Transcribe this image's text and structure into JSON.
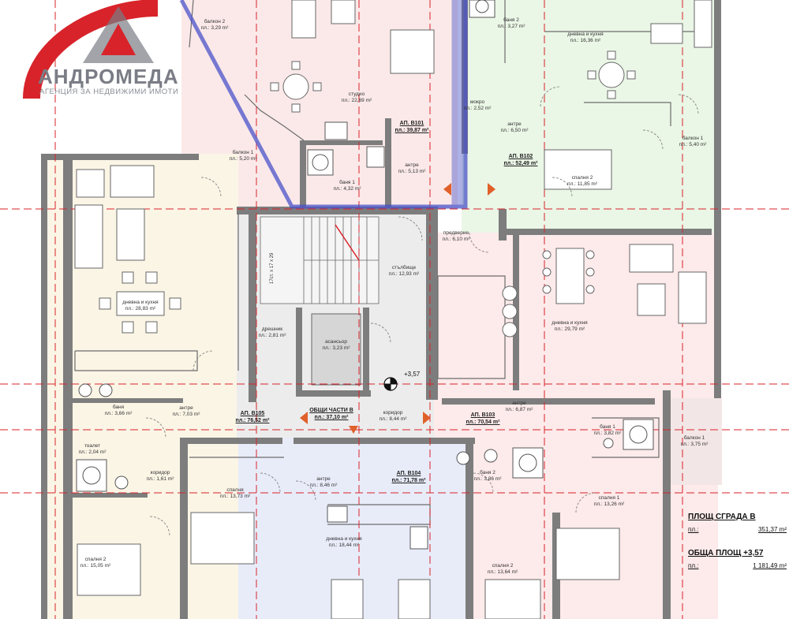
{
  "brand": {
    "name": "АНДРОМЕДА",
    "tagline": "АГЕНЦИЯ ЗА НЕДВИЖИМИ ИМОТИ",
    "red": "#d8232a",
    "grey": "#7a7d85"
  },
  "colors": {
    "apt_b101": "#fbe9e9",
    "apt_b102": "#eaf6e6",
    "apt_b103": "#fdeaea",
    "apt_b104": "#e8ecf9",
    "apt_b105": "#fbf5e6",
    "common": "#e9e9e9",
    "walls": "#707070",
    "red_line": "#d8232a",
    "blue_overlay": "#4a52c8"
  },
  "apartments": {
    "b101": {
      "no": "АП. В101",
      "area": "пл.: 39,87 m²"
    },
    "b102": {
      "no": "АП. В102",
      "area": "пл.: 52,49 m²"
    },
    "b103": {
      "no": "АП. В103",
      "area": "пл.: 70,54 m²"
    },
    "b104": {
      "no": "АП. В104",
      "area": "пл.: 71,78 m²"
    },
    "b105": {
      "no": "АП. В105",
      "area": "пл.: 76,52 m²"
    },
    "common": {
      "no": "ОБЩИ ЧАСТИ В",
      "area": "пл.: 37,10 m²"
    }
  },
  "rooms": {
    "balcony2_tl": {
      "name": "балкон 2",
      "area": "пл.: 3,29 m²"
    },
    "studio": {
      "name": "студио",
      "area": "пл.: 22,69 m²"
    },
    "bath1_b101": {
      "name": "баня 1",
      "area": "пл.: 4,32 m²"
    },
    "entrance_b101": {
      "name": "антре",
      "area": "пл.: 5,13 m²"
    },
    "balcony1_left": {
      "name": "балкон 1",
      "area": "пл.: 5,20 m²"
    },
    "bath2_b102": {
      "name": "баня 2",
      "area": "пл.: 3,27 m²"
    },
    "laundry_b102": {
      "name": "мокро",
      "area": "пл.: 2,52 m²"
    },
    "living_b102": {
      "name": "дневна и кухня",
      "area": "пл.: 16,36 m²"
    },
    "entrance_b102": {
      "name": "антре",
      "area": "пл.: 6,50 m²"
    },
    "balcony1_b102": {
      "name": "балкон 1",
      "area": "пл.: 5,40 m²"
    },
    "bedroom2_b102": {
      "name": "спалня 2",
      "area": "пл.: 11,85 m²"
    },
    "vestibule": {
      "name": "предверие",
      "area": "пл.: 6,10 m²"
    },
    "stair": {
      "name": "17ст. х 17 х 29",
      "area": ""
    },
    "stairwell": {
      "name": "стълбище",
      "area": "пл.: 12,93 m²"
    },
    "living_b103": {
      "name": "дневна и кухня",
      "area": "пл.: 29,79 m²"
    },
    "living_b105": {
      "name": "дневна и кухня",
      "area": "пл.: 28,83 m²"
    },
    "closet_b105": {
      "name": "дрешник",
      "area": "пл.: 2,81 m²"
    },
    "elevator": {
      "name": "асансьор",
      "area": "пл.: 3,23 m²"
    },
    "bath_b105": {
      "name": "баня",
      "area": "пл.: 3,66 m²"
    },
    "entrance_b105": {
      "name": "антре",
      "area": "пл.: 7,03 m²"
    },
    "corridor_common": {
      "name": "коридор",
      "area": "пл.: 8,44 m²"
    },
    "entrance_b103": {
      "name": "антре",
      "area": "пл.: 6,87 m²"
    },
    "bath1_b103": {
      "name": "баня 1",
      "area": "пл.: 3,82 m²"
    },
    "balcony1_b103": {
      "name": "балкон 1",
      "area": "пл.: 3,75 m²"
    },
    "wc_b105": {
      "name": "тоалет",
      "area": "пл.: 2,04 m²"
    },
    "corridor_b105": {
      "name": "коридор",
      "area": "пл.: 1,61 m²"
    },
    "bedroom_b104": {
      "name": "спалня",
      "area": "пл.: 13,73 m²"
    },
    "entrance_b104": {
      "name": "антре",
      "area": "пл.: 8,46 m²"
    },
    "bath2_b104": {
      "name": "баня 2",
      "area": "пл.: 3,86 m²"
    },
    "living_b104": {
      "name": "дневна и кухня",
      "area": "пл.: 18,44 m²"
    },
    "bedroom2_b104": {
      "name": "спалня 2",
      "area": "пл.: 13,64 m²"
    },
    "bedroom1_b103": {
      "name": "спалня 1",
      "area": "пл.: 13,26 m²"
    },
    "bedroom2_b105": {
      "name": "спалня 2",
      "area": "пл.: 15,05 m²"
    }
  },
  "elevation": "+3,57",
  "totals": {
    "building_title": "ПЛОЩ СГРАДА В",
    "building_label": "пл.:",
    "building_value": "351,37 m²",
    "floor_title": "ОБЩА ПЛОЩ +3,57",
    "floor_label": "пл.:",
    "floor_value": "1 181,49 m²"
  }
}
